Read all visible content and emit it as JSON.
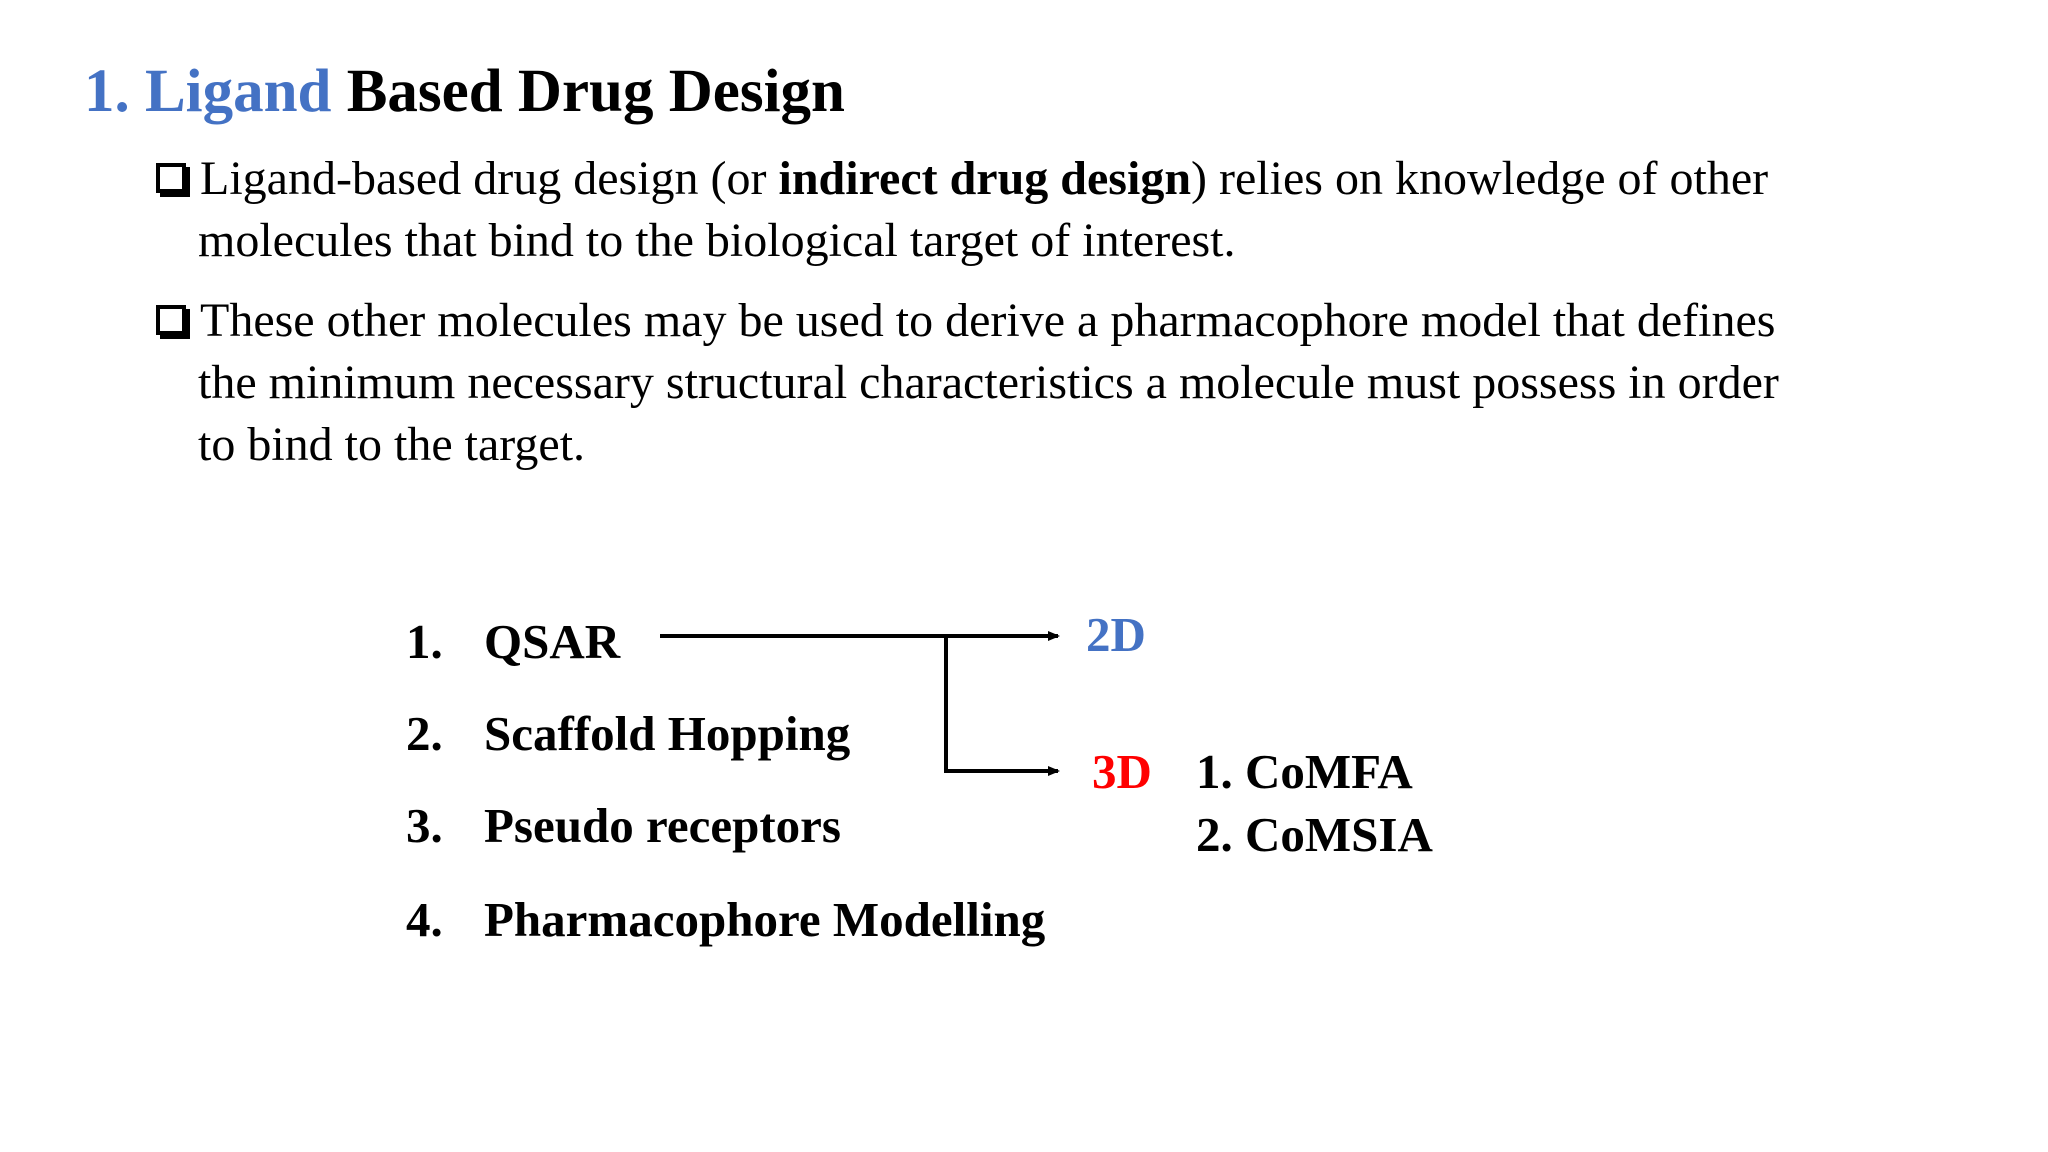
{
  "title": {
    "number": "1.",
    "accent_word": "Ligand",
    "rest": "Based Drug Design"
  },
  "bullets": [
    {
      "line1_pre": "Ligand-based drug design (or ",
      "line1_bold": "indirect drug design",
      "line1_post": ") relies on knowledge of other",
      "line2": "molecules that bind to the biological target of interest."
    },
    {
      "line1": "These other molecules may be used to derive a pharmacophore model that defines",
      "line2": "the minimum necessary structural characteristics a molecule must possess in order",
      "line3": "to bind to the target."
    }
  ],
  "methods": [
    {
      "num": "1.",
      "label": "QSAR"
    },
    {
      "num": "2.",
      "label": "Scaffold Hopping"
    },
    {
      "num": "3.",
      "label": "Pseudo receptors"
    },
    {
      "num": "4.",
      "label": "Pharmacophore Modelling"
    }
  ],
  "qsar_types": {
    "two_d": "2D",
    "three_d": "3D",
    "three_d_methods": [
      "1. CoMFA",
      "2. CoMSIA"
    ]
  },
  "colors": {
    "accent_blue": "#4472c4",
    "red": "#ff0000",
    "text": "#000000"
  }
}
